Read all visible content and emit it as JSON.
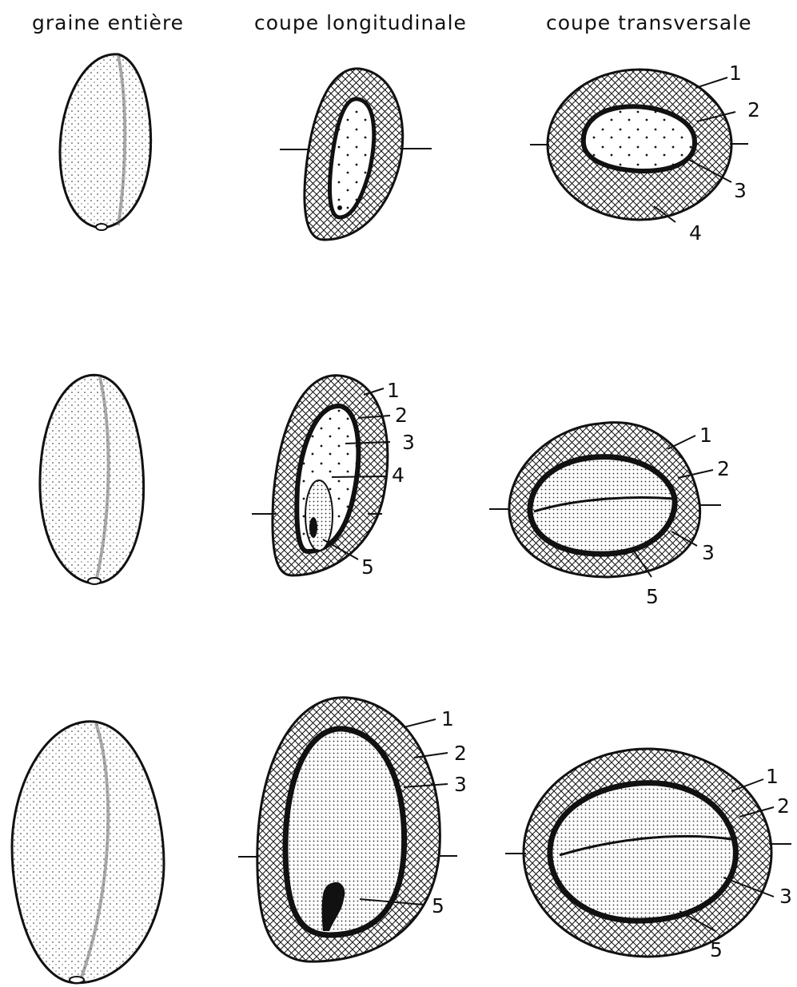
{
  "columns": [
    {
      "id": "whole",
      "title": "graine entière"
    },
    {
      "id": "long",
      "title": "coupe longitudinale"
    },
    {
      "id": "trans",
      "title": "coupe transversale"
    }
  ],
  "rows": [
    {
      "stage": 1,
      "long_labels": [],
      "trans_labels": [
        "1",
        "2",
        "3",
        "4"
      ]
    },
    {
      "stage": 2,
      "long_labels": [
        "1",
        "2",
        "3",
        "4",
        "5"
      ],
      "trans_labels": [
        "1",
        "2",
        "3",
        "5"
      ]
    },
    {
      "stage": 3,
      "long_labels": [
        "1",
        "2",
        "3",
        "5"
      ],
      "trans_labels": [
        "1",
        "2",
        "3",
        "5"
      ]
    }
  ],
  "colors": {
    "ink": "#111111",
    "paper": "#ffffff"
  }
}
